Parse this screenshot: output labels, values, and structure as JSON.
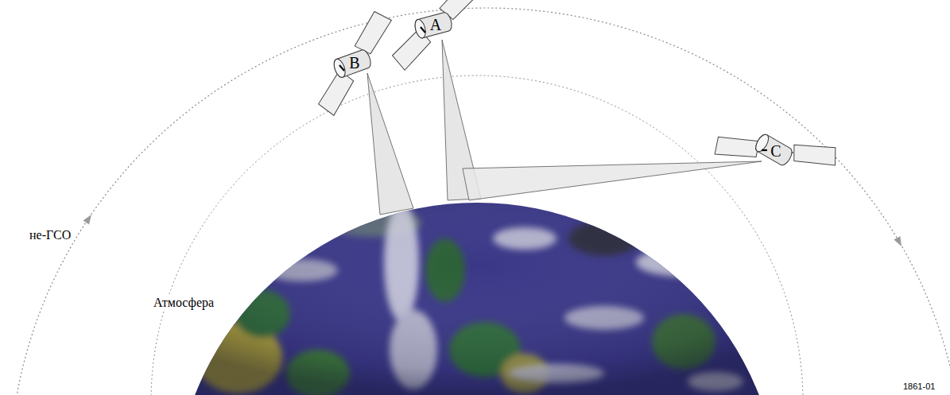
{
  "diagram": {
    "nodes": [
      {
        "text": [
          "B"
        ]
      },
      {
        "text": [
          "A"
        ]
      },
      {
        "text": [
          "C"
        ]
      }
    ],
    "labels": [
      "не-ГСО",
      "Атмосфера",
      "1861-01"
    ]
  }
}
